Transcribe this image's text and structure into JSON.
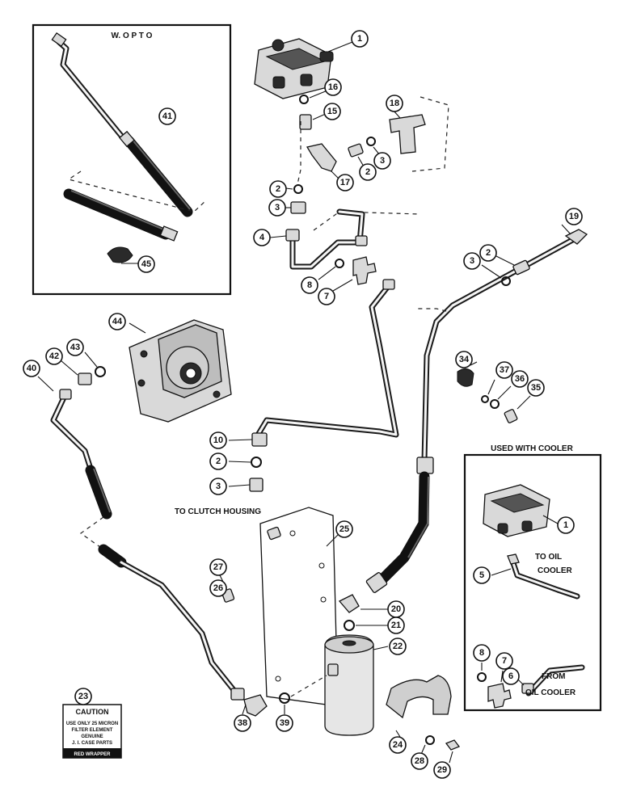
{
  "labels": {
    "wopto": "W. O P T O",
    "used_with_cooler": "USED WITH COOLER",
    "to_clutch_housing": "TO CLUTCH HOUSING",
    "to_oil_cooler_1": "TO OIL",
    "to_oil_cooler_2": "COOLER",
    "from_oil_cooler_1": "FROM",
    "from_oil_cooler_2": "OIL COOLER"
  },
  "caution": {
    "title": "CAUTION",
    "lines": [
      "USE ONLY 25 MICRON",
      "FILTER ELEMENT",
      "GENUINE",
      "J. I. CASE PARTS"
    ],
    "footer": "RED WRAPPER"
  },
  "callouts": [
    "1",
    "16",
    "15",
    "18",
    "3",
    "2",
    "17",
    "2",
    "3",
    "4",
    "8",
    "7",
    "19",
    "2",
    "3",
    "41",
    "45",
    "44",
    "43",
    "42",
    "40",
    "34",
    "37",
    "36",
    "35",
    "10",
    "2",
    "3",
    "25",
    "27",
    "26",
    "20",
    "21",
    "22",
    "1",
    "5",
    "6",
    "8",
    "7",
    "23",
    "38",
    "39",
    "24",
    "28",
    "29"
  ]
}
